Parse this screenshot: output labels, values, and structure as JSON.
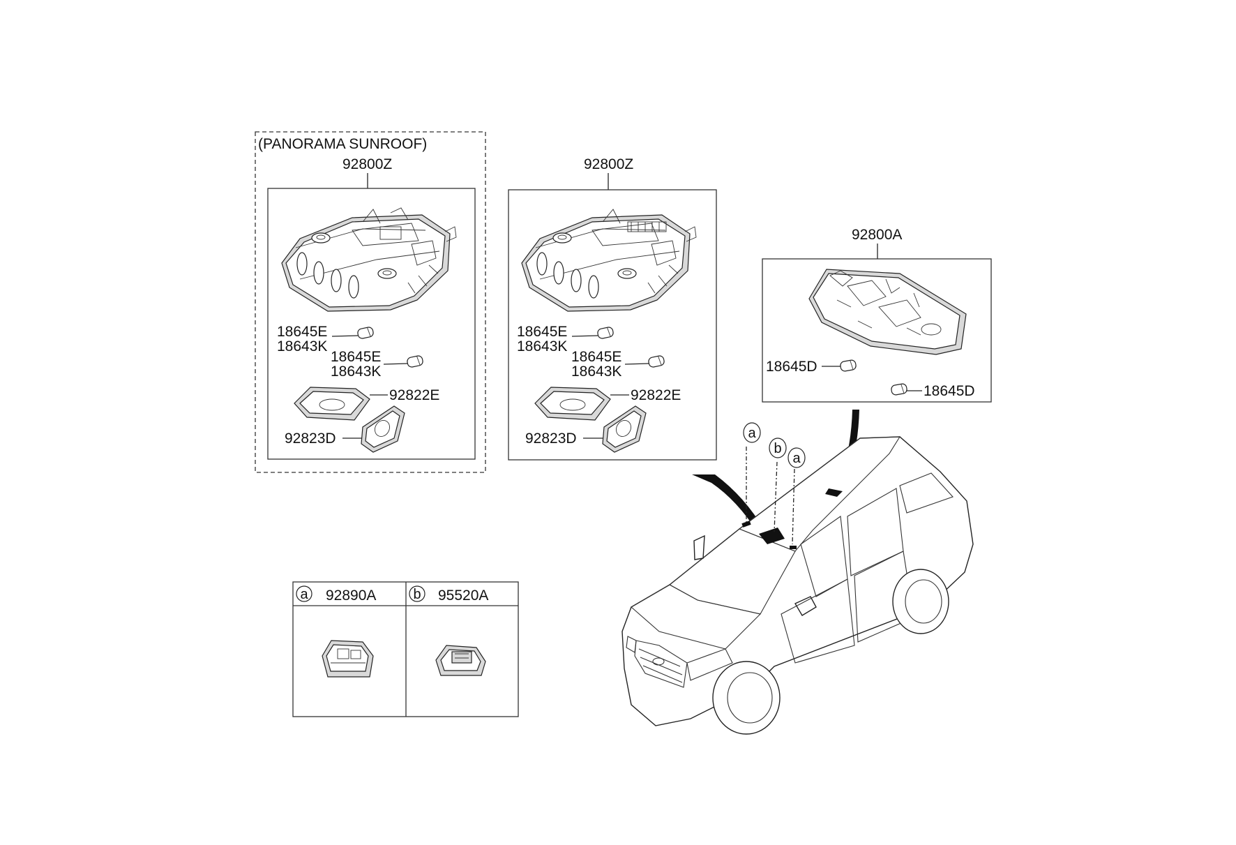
{
  "groups": {
    "panorama": {
      "caption": "(PANORAMA SUNROOF)",
      "assembly": "92800Z",
      "bulb1": [
        "18645E",
        "18643K"
      ],
      "bulb2": [
        "18645E",
        "18643K"
      ],
      "bezel": "92822E",
      "lens": "92823D"
    },
    "standard": {
      "assembly": "92800Z",
      "bulb1": [
        "18645E",
        "18643K"
      ],
      "bulb2": [
        "18645E",
        "18643K"
      ],
      "bezel": "92822E",
      "lens": "92823D"
    },
    "rear": {
      "assembly": "92800A",
      "bulb_left": "18645D",
      "bulb_right": "18645D"
    }
  },
  "legend": {
    "a": {
      "letter": "a",
      "part": "92890A"
    },
    "b": {
      "letter": "b",
      "part": "95520A"
    }
  },
  "callouts": [
    "a",
    "b",
    "a"
  ]
}
